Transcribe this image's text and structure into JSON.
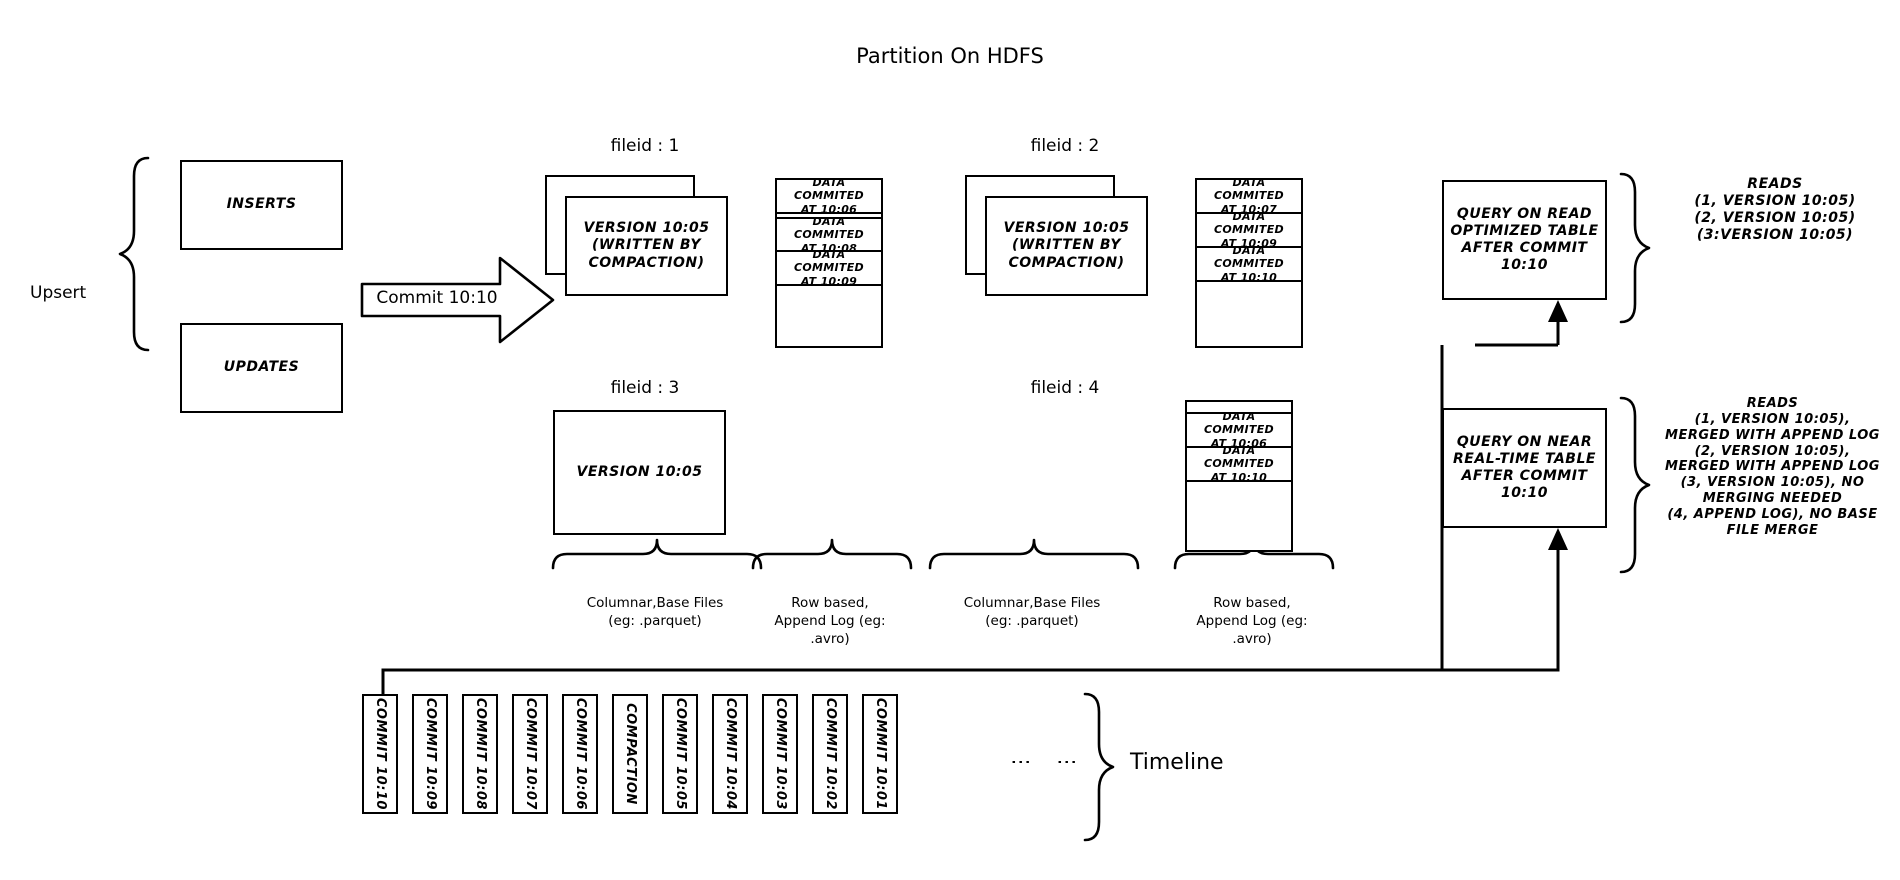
{
  "title": "Partition On HDFS",
  "upsert": {
    "label": "Upsert",
    "inserts": "INSERTS",
    "updates": "UPDATES"
  },
  "commit_arrow": {
    "label": "Commit 10:10"
  },
  "file_groups": [
    {
      "fileid_label": "fileid : 1",
      "base_file": "VERSION 10:05 (WRITTEN BY COMPACTION)",
      "base_lines": [
        "VERSION 10:05",
        "(WRITTEN BY",
        "COMPACTION)"
      ],
      "has_stacked_base": true,
      "log_blocks": [
        "DATA COMMITED AT 10:06",
        "DATA COMMITED AT 10:08",
        "DATA COMMITED AT 10:09"
      ],
      "log_blocks_lines": [
        [
          "DATA COMMITED",
          "AT 10:06"
        ],
        [
          "DATA COMMITED",
          "AT 10:08"
        ],
        [
          "DATA COMMITED",
          "AT 10:09"
        ]
      ]
    },
    {
      "fileid_label": "fileid : 2",
      "base_file": "VERSION 10:05 (WRITTEN BY COMPACTION)",
      "base_lines": [
        "VERSION 10:05",
        "(WRITTEN BY",
        "COMPACTION)"
      ],
      "has_stacked_base": true,
      "log_blocks": [
        "DATA COMMITED AT 10:07",
        "DATA COMMITED AT 10:09",
        "DATA COMMITED AT 10:10"
      ],
      "log_blocks_lines": [
        [
          "DATA COMMITED",
          "AT 10:07"
        ],
        [
          "DATA COMMITED",
          "AT 10:09"
        ],
        [
          "DATA COMMITED",
          "AT 10:10"
        ]
      ]
    },
    {
      "fileid_label": "fileid : 3",
      "base_file": "VERSION 10:05",
      "base_lines": [
        "VERSION 10:05"
      ],
      "has_stacked_base": false,
      "log_blocks": [],
      "log_blocks_lines": []
    },
    {
      "fileid_label": "fileid : 4",
      "base_file": "",
      "base_lines": [],
      "has_stacked_base": false,
      "log_blocks": [
        "DATA COMMITED AT 10:06",
        "DATA COMMITED AT 10:10"
      ],
      "log_blocks_lines": [
        [
          "DATA COMMITED",
          "AT 10:06"
        ],
        [
          "DATA COMMITED",
          "AT 10:10"
        ]
      ]
    }
  ],
  "brace_captions": {
    "columnar": [
      "Columnar,Base Files",
      "(eg: .parquet)"
    ],
    "rowlog": [
      "Row based,",
      "Append Log  (eg:",
      ".avro)"
    ]
  },
  "queries": [
    {
      "box_lines": [
        "QUERY ON READ",
        "OPTIMIZED TABLE",
        "AFTER COMMIT",
        "10:10"
      ],
      "reads_lines": [
        "READS",
        "(1, VERSION 10:05)",
        "(2, VERSION 10:05)",
        "(3:VERSION 10:05)"
      ]
    },
    {
      "box_lines": [
        "QUERY ON NEAR",
        "REAL-TIME TABLE",
        "AFTER COMMIT",
        "10:10"
      ],
      "reads_lines": [
        "READS",
        "(1, VERSION 10:05),",
        "MERGED WITH APPEND LOG",
        "(2, VERSION 10:05),",
        "MERGED WITH APPEND LOG",
        "(3, VERSION 10:05), NO",
        "MERGING NEEDED",
        "(4, APPEND LOG), NO BASE",
        "FILE MERGE"
      ]
    }
  ],
  "timeline": {
    "label": "Timeline",
    "ellipsis": [
      "⋮",
      "⋮"
    ],
    "items": [
      "COMMIT  10:10",
      "COMMIT  10:09",
      "COMMIT  10:08",
      "COMMIT  10:07",
      "COMMIT  10:06",
      "COMPACTION",
      "COMMIT  10:05",
      "COMMIT  10:04",
      "COMMIT  10:03",
      "COMMIT  10:02",
      "COMMIT  10:01"
    ]
  },
  "colors": {
    "ink": "#000000",
    "paper": "#ffffff"
  }
}
